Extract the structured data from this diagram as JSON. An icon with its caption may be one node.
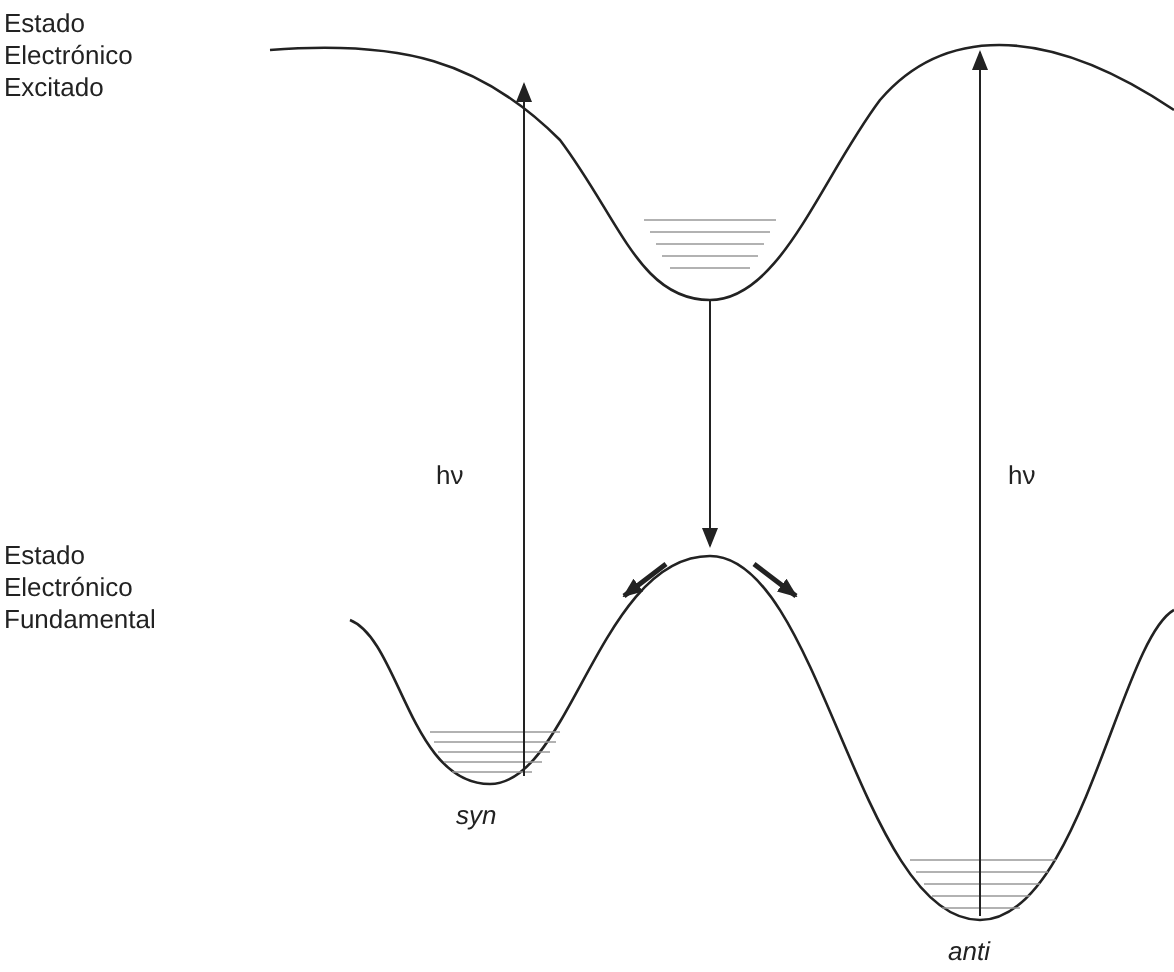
{
  "diagram": {
    "labels": [
      "Estado Electrónico Excitado",
      "Estado Electrónico Fundamental",
      "hν",
      "hν",
      "syn",
      "anti"
    ]
  }
}
